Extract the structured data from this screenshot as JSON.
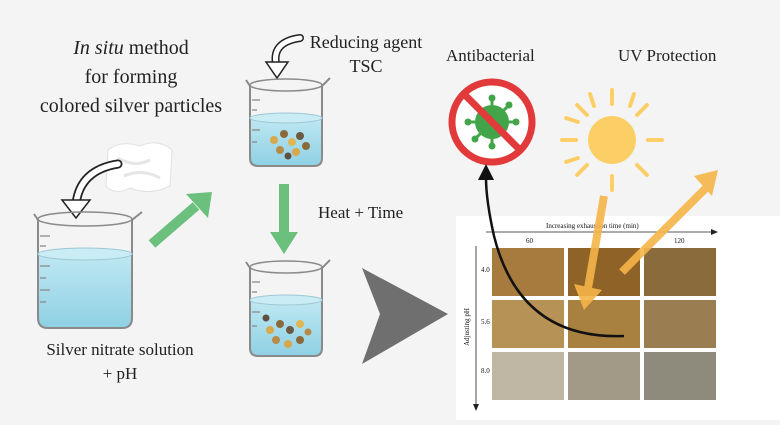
{
  "title": {
    "italic": "In situ",
    "rest": " method",
    "line2": "for forming",
    "line3": "colored silver particles"
  },
  "reducing_agent": {
    "line1": "Reducing agent",
    "line2": "TSC"
  },
  "process": {
    "heat_time": "Heat + Time"
  },
  "solution": {
    "line1": "Silver nitrate solution",
    "line2": "+ pH"
  },
  "properties": {
    "antibacterial": "Antibacterial",
    "uv": "UV Protection"
  },
  "grid": {
    "top_label": "Increasing exhaustion time (min)",
    "side_label": "Adjusting pH",
    "columns": [
      "60",
      "120"
    ],
    "rows": [
      "4.0",
      "5.6",
      "8.0"
    ],
    "swatch_colors": [
      [
        "#a77a3e",
        "#8f6228",
        "#8a6c3c"
      ],
      [
        "#b69256",
        "#a88140",
        "#9a7e52"
      ],
      [
        "#bfb6a4",
        "#a29a86",
        "#8e8a7c"
      ]
    ]
  },
  "colors": {
    "green_arrow": "#6cc07e",
    "orange_arrow": "#f7b549",
    "sun": "#fccf66",
    "no_sign": "#e23a3a",
    "virus": "#43a54a",
    "water": "#aee0ee"
  }
}
